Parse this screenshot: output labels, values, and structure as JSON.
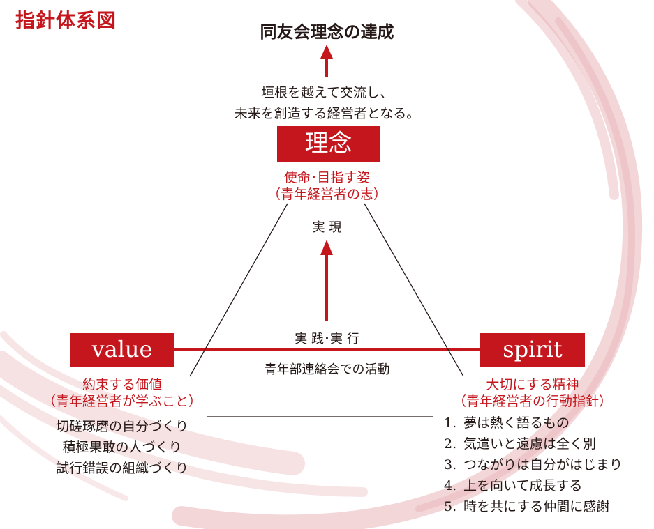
{
  "title": "指針体系図",
  "goal": "同友会理念の達成",
  "philosophy_lines": [
    "垣根を越えて交流し、",
    "未来を創造する経営者となる。"
  ],
  "philosophy": {
    "label": "理念",
    "sub1": "使命･目指す姿",
    "sub2": "（青年経営者の志）"
  },
  "realize": "実 現",
  "practice": "実 践･実 行",
  "activity": "青年部連絡会での活動",
  "value": {
    "label": "value",
    "sub1": "約束する価値",
    "sub2": "（青年経営者が学ぶこと）",
    "items": [
      "切磋琢磨の自分づくり",
      "積極果敢の人づくり",
      "試行錯誤の組織づくり"
    ]
  },
  "spirit": {
    "label": "spirit",
    "sub1": "大切にする精神",
    "sub2": "（青年経営者の行動指針）",
    "items": [
      {
        "num": "1.",
        "text": "夢は熱く語るもの"
      },
      {
        "num": "2.",
        "text": "気遣いと遠慮は全く別"
      },
      {
        "num": "3.",
        "text": "つながりは自分がはじまり"
      },
      {
        "num": "4.",
        "text": "上を向いて成長する"
      },
      {
        "num": "5.",
        "text": "時を共にする仲間に感謝"
      }
    ]
  },
  "colors": {
    "accent": "#c4161c",
    "text": "#231815",
    "swirl": "#e9b4b8"
  }
}
